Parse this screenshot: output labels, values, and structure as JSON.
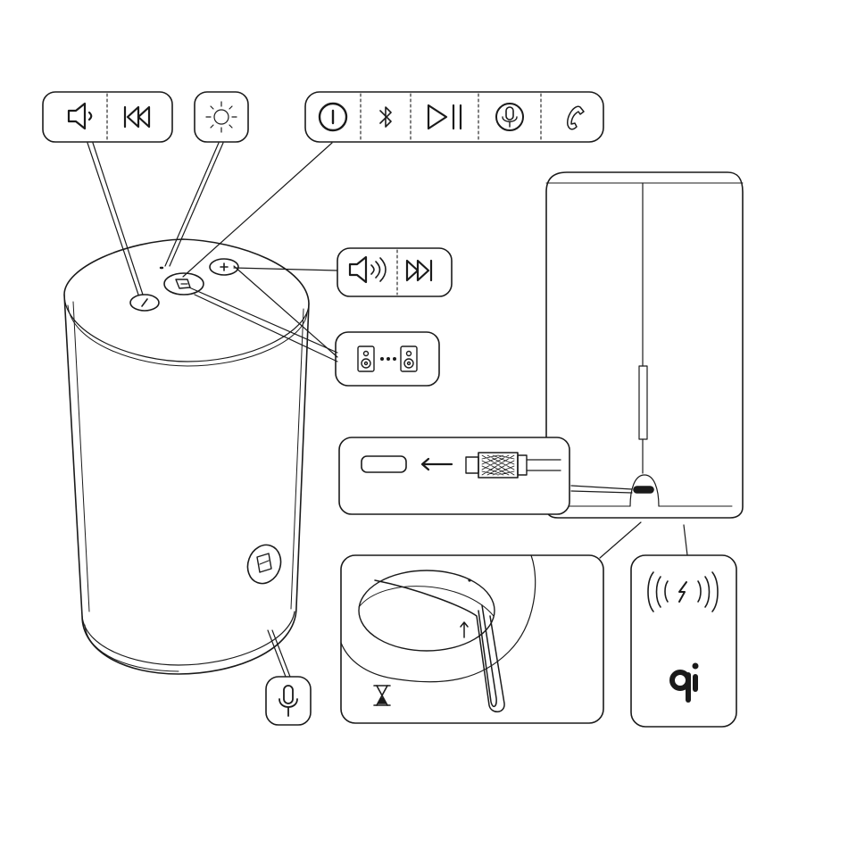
{
  "diagram": {
    "callouts": [
      {
        "id": "volume-down-prev",
        "icons": [
          "volume-down-icon",
          "previous-track-icon"
        ]
      },
      {
        "id": "status-light",
        "icons": [
          "status-light-icon"
        ]
      },
      {
        "id": "multi-function",
        "icons": [
          "power-icon",
          "bluetooth-icon",
          "play-pause-icon",
          "voice-assistant-icon",
          "phone-call-icon"
        ]
      },
      {
        "id": "volume-up-next",
        "icons": [
          "volume-up-icon",
          "next-track-icon"
        ]
      },
      {
        "id": "stereo-pair",
        "icons": [
          "speaker-icon",
          "ellipsis-icon",
          "speaker-icon"
        ]
      },
      {
        "id": "usb-c-charging",
        "icons": [
          "usb-c-port-icon",
          "arrow-left-icon",
          "usb-c-plug-icon"
        ]
      },
      {
        "id": "reset-pinhole",
        "icons": [
          "reset-pin-icon",
          "hourglass-icon"
        ]
      },
      {
        "id": "wireless-charging",
        "icons": [
          "wireless-charging-icon",
          "qi-logo-icon"
        ]
      },
      {
        "id": "microphone",
        "icons": [
          "microphone-icon"
        ]
      }
    ],
    "speaker_body_buttons": [
      "volume-down-button",
      "logo-button",
      "volume-up-button",
      "side-logo-button"
    ],
    "colors": {
      "stroke": "#1a1a1a",
      "background": "#ffffff"
    }
  }
}
